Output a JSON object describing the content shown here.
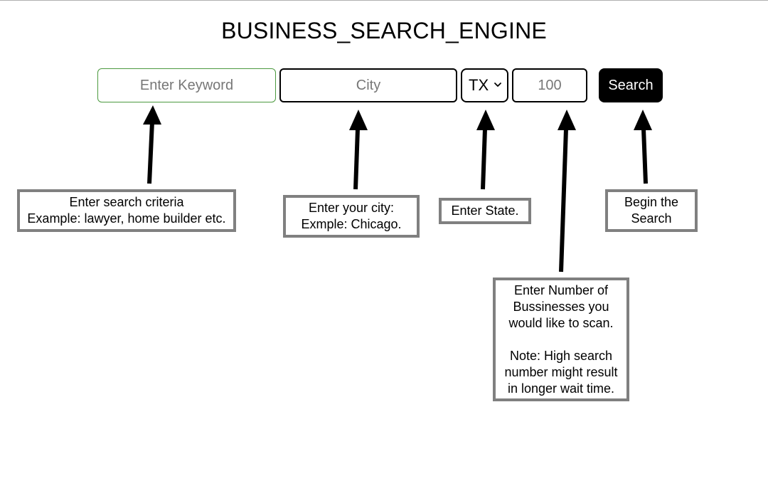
{
  "header": {
    "title": "BUSINESS_SEARCH_ENGINE"
  },
  "form": {
    "keyword": {
      "placeholder": "Enter Keyword",
      "value": ""
    },
    "city": {
      "placeholder": "City",
      "value": ""
    },
    "state": {
      "selected": "TX"
    },
    "count": {
      "placeholder": "100",
      "value": ""
    },
    "search_label": "Search"
  },
  "callouts": {
    "keyword": "Enter search criteria\nExample: lawyer, home builder etc.",
    "city": "Enter your city:\nExmple: Chicago.",
    "state": "Enter State.",
    "search": "Begin the\nSearch",
    "count": "Enter Number of\nBussinesses you\nwould like to scan.\n\nNote: High search\nnumber might result\nin longer wait time."
  },
  "icons": {
    "select_arrow": "chevron-down-icon",
    "annotation_arrow": "arrow-up-icon"
  },
  "colors": {
    "focus_border": "#4c9a3f",
    "callout_border": "#808080",
    "button_bg": "#000000",
    "button_text": "#ffffff"
  }
}
